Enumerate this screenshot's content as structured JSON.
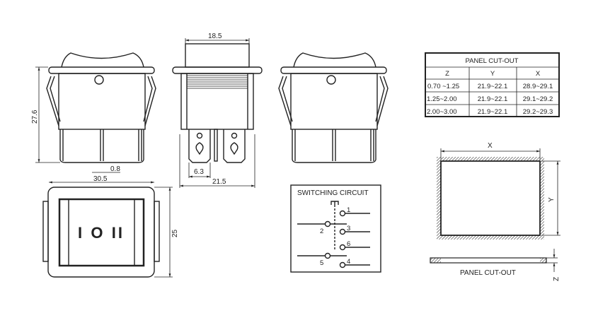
{
  "dimensions": {
    "height": "27.6",
    "pin_width": "0.8",
    "width_front": "30.5",
    "top_width": "18.5",
    "terminal_width": "6.3",
    "body_width": "21.5",
    "front_height": "25"
  },
  "switch_symbols": "I O II",
  "switching_circuit": {
    "title": "SWITCHING CIRCUIT",
    "terminals": [
      "1",
      "2",
      "3",
      "6",
      "5",
      "4"
    ]
  },
  "panel_table": {
    "title": "PANEL CUT-OUT",
    "headers": [
      "Z",
      "Y",
      "X"
    ],
    "rows": [
      [
        "0.70 ~1.25",
        "21.9~22.1",
        "28.9~29.1"
      ],
      [
        "1.25~2.00",
        "21.9~22.1",
        "29.1~29.2"
      ],
      [
        "2.00~3.00",
        "21.9~22.1",
        "29.2~29.3"
      ]
    ]
  },
  "cutout": {
    "x_label": "X",
    "y_label": "Y",
    "z_label": "Z",
    "caption": "PANEL CUT-OUT"
  }
}
